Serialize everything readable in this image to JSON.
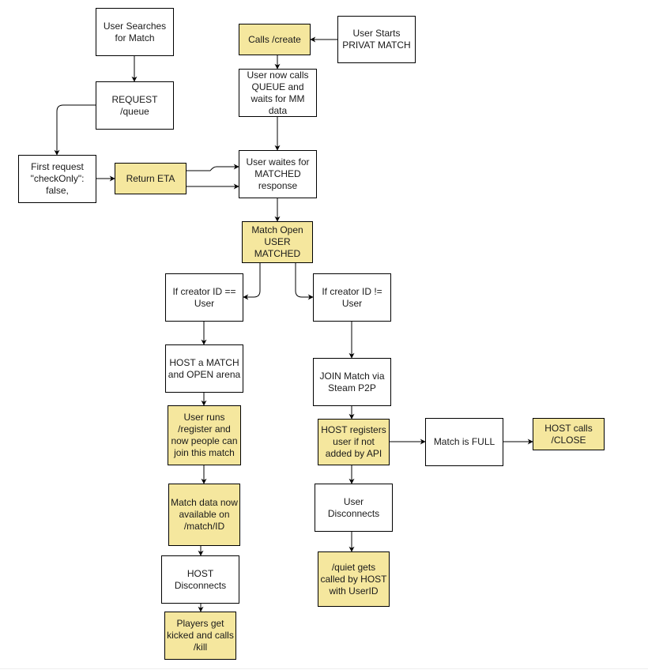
{
  "diagram": {
    "title": "Matchmaking flow",
    "colors": {
      "highlight_fill": "#f5e79e",
      "default_fill": "#ffffff",
      "stroke": "#000000"
    },
    "nodes": [
      {
        "id": "user-searches",
        "label": "User Searches\nfor Match",
        "highlight": false
      },
      {
        "id": "request-queue",
        "label": "REQUEST\n/queue",
        "highlight": false
      },
      {
        "id": "first-request",
        "label": "First request\n\"checkOnly\":\nfalse,",
        "highlight": false
      },
      {
        "id": "return-eta",
        "label": "Return ETA",
        "highlight": true
      },
      {
        "id": "user-starts-private",
        "label": "User Starts\nPRIVAT MATCH",
        "highlight": false
      },
      {
        "id": "calls-create",
        "label": "Calls /create",
        "highlight": true
      },
      {
        "id": "calls-queue",
        "label": "User now calls\nQUEUE and\nwaits for MM data",
        "highlight": false
      },
      {
        "id": "waits-matched",
        "label": "User waites for\nMATCHED\nresponse",
        "highlight": false
      },
      {
        "id": "match-open",
        "label": "Match Open\nUSER\nMATCHED",
        "highlight": true
      },
      {
        "id": "creator-equal",
        "label": "If creator ID ==\nUser",
        "highlight": false
      },
      {
        "id": "creator-not-equal",
        "label": "If creator ID !=\nUser",
        "highlight": false
      },
      {
        "id": "host-match",
        "label": "HOST a MATCH\nand OPEN arena",
        "highlight": false
      },
      {
        "id": "join-match",
        "label": "JOIN Match via\nSteam P2P",
        "highlight": false
      },
      {
        "id": "user-register",
        "label": "User runs\n/register and\nnow people can\njoin this match",
        "highlight": true
      },
      {
        "id": "host-registers",
        "label": "HOST registers\nuser if not\nadded by API",
        "highlight": true
      },
      {
        "id": "match-full",
        "label": "Match is FULL",
        "highlight": false
      },
      {
        "id": "host-close",
        "label": "HOST calls\n/CLOSE",
        "highlight": true
      },
      {
        "id": "match-data",
        "label": "Match data now\navailable on\n/match/ID",
        "highlight": true
      },
      {
        "id": "user-disconnects",
        "label": "User Disconnects",
        "highlight": false
      },
      {
        "id": "host-disconnects",
        "label": "HOST\nDisconnects",
        "highlight": false
      },
      {
        "id": "quiet-called",
        "label": "/quiet gets\ncalled by HOST\nwith UserID",
        "highlight": true
      },
      {
        "id": "players-kicked",
        "label": "Players get\nkicked and calls\n/kill",
        "highlight": true
      }
    ],
    "edges": [
      {
        "from": "user-searches",
        "to": "request-queue"
      },
      {
        "from": "request-queue",
        "to": "first-request"
      },
      {
        "from": "first-request",
        "to": "return-eta"
      },
      {
        "from": "return-eta",
        "to": "waits-matched"
      },
      {
        "from": "return-eta",
        "to": "waits-matched"
      },
      {
        "from": "user-starts-private",
        "to": "calls-create"
      },
      {
        "from": "calls-create",
        "to": "calls-queue"
      },
      {
        "from": "calls-queue",
        "to": "waits-matched"
      },
      {
        "from": "waits-matched",
        "to": "match-open"
      },
      {
        "from": "match-open",
        "to": "creator-equal"
      },
      {
        "from": "match-open",
        "to": "creator-not-equal"
      },
      {
        "from": "creator-equal",
        "to": "host-match"
      },
      {
        "from": "host-match",
        "to": "user-register"
      },
      {
        "from": "user-register",
        "to": "match-data"
      },
      {
        "from": "match-data",
        "to": "host-disconnects"
      },
      {
        "from": "host-disconnects",
        "to": "players-kicked"
      },
      {
        "from": "creator-not-equal",
        "to": "join-match"
      },
      {
        "from": "join-match",
        "to": "host-registers"
      },
      {
        "from": "host-registers",
        "to": "match-full"
      },
      {
        "from": "match-full",
        "to": "host-close"
      },
      {
        "from": "host-registers",
        "to": "user-disconnects"
      },
      {
        "from": "user-disconnects",
        "to": "quiet-called"
      }
    ]
  }
}
